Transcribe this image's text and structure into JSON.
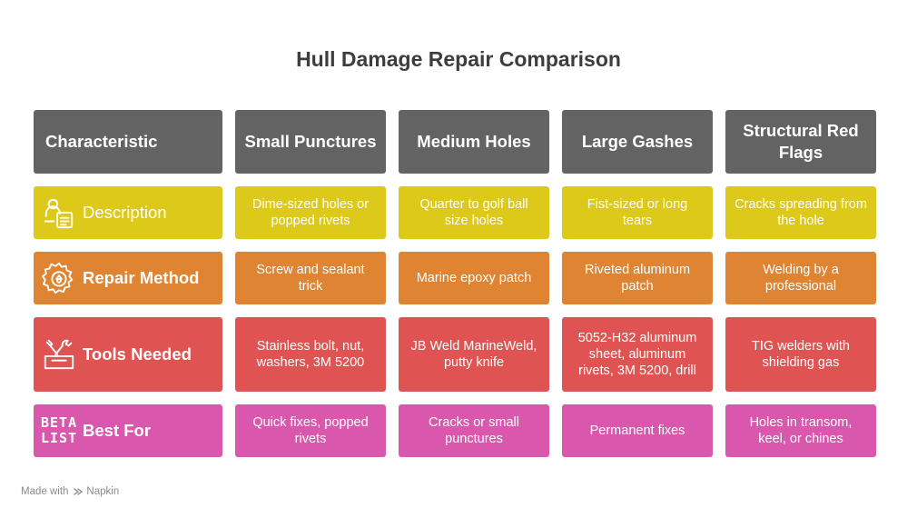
{
  "title": "Hull Damage Repair Comparison",
  "headers": [
    "Characteristic",
    "Small Punctures",
    "Medium Holes",
    "Large Gashes",
    "Structural Red Flags"
  ],
  "rows": [
    {
      "label": "Description",
      "icon": "document-person-icon",
      "color": "#ddc91a",
      "cells": [
        "Dime-sized holes or popped rivets",
        "Quarter to golf ball size holes",
        "Fist-sized or long tears",
        "Cracks spreading from the hole"
      ]
    },
    {
      "label": "Repair Method",
      "icon": "gear-cycle-icon",
      "color": "#de8432",
      "cells": [
        "Screw and sealant trick",
        "Marine epoxy patch",
        "Riveted aluminum patch",
        "Welding by a professional"
      ]
    },
    {
      "label": "Tools Needed",
      "icon": "toolbox-icon",
      "color": "#df5452",
      "cells": [
        "Stainless bolt, nut, washers, 3M 5200",
        "JB Weld MarineWeld, putty knife",
        "5052-H32 aluminum sheet, aluminum rivets, 3M 5200, drill",
        "TIG welders with shielding gas"
      ]
    },
    {
      "label": "Best For",
      "icon": "beta-list-logo",
      "icon_text": [
        "BETA",
        "LIST"
      ],
      "color": "#d957ac",
      "cells": [
        "Quick fixes, popped rivets",
        "Cracks or small punctures",
        "Permanent fixes",
        "Holes in transom, keel, or chines"
      ]
    }
  ],
  "footer": {
    "made_with": "Made with",
    "brand": "Napkin"
  },
  "colors": {
    "header": "#636363",
    "title": "#3d3d3d"
  }
}
